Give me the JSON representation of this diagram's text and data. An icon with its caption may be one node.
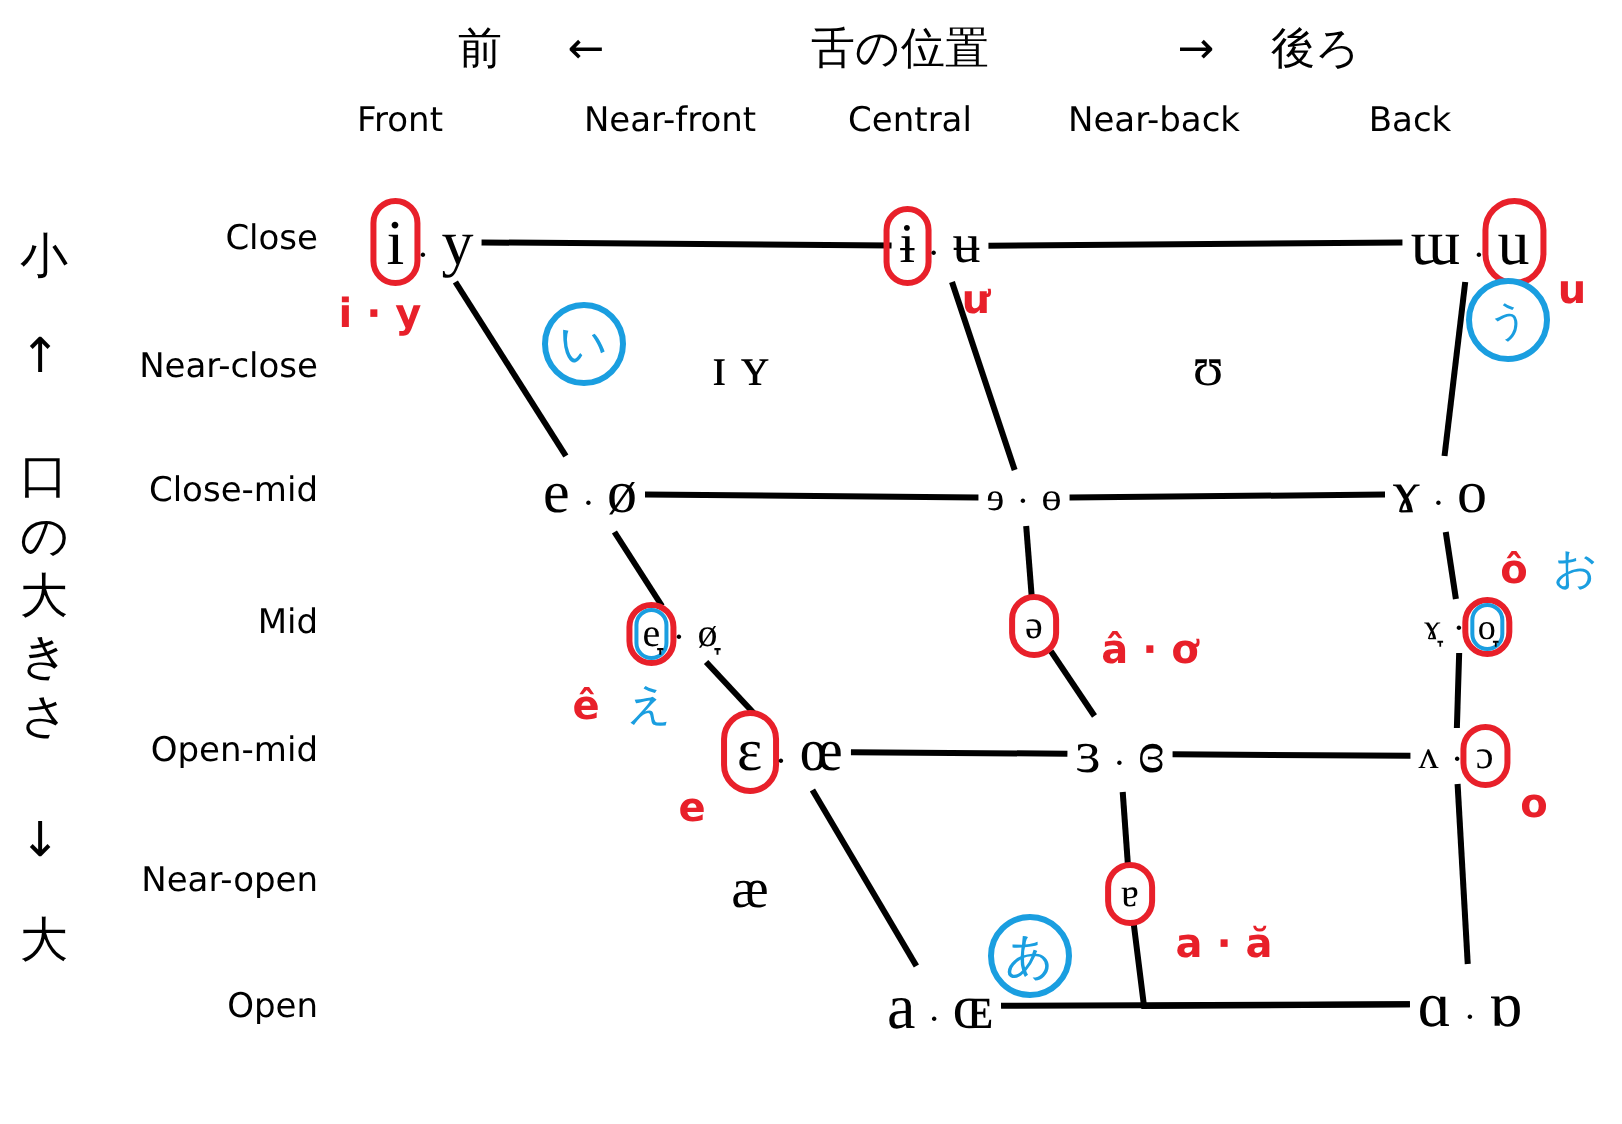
{
  "diagram": {
    "nodes": [
      {
        "text": [
          "i",
          "·",
          "y"
        ]
      },
      {
        "text": [
          "ɨ",
          "·",
          "ʉ"
        ]
      },
      {
        "text": [
          "ɯ",
          "·",
          "u"
        ]
      },
      {
        "text": [
          "い"
        ]
      },
      {
        "text": [
          "う"
        ]
      },
      {
        "text": [
          "e",
          "·",
          "ø"
        ]
      },
      {
        "text": [
          "ɘ",
          "·",
          "ɵ"
        ]
      },
      {
        "text": [
          "ɤ",
          "·",
          "o"
        ]
      },
      {
        "text": [
          "e̞",
          "·",
          "ø̞"
        ]
      },
      {
        "text": [
          "ə"
        ]
      },
      {
        "text": [
          "ɤ̞",
          "·",
          "o̞"
        ]
      },
      {
        "text": [
          "ɛ",
          "·",
          "œ"
        ]
      },
      {
        "text": [
          "ɜ",
          "·",
          "ɞ"
        ]
      },
      {
        "text": [
          "ʌ",
          "·",
          "ɔ"
        ]
      },
      {
        "text": [
          "ɐ"
        ]
      },
      {
        "text": [
          "あ"
        ]
      },
      {
        "text": [
          "a",
          "·",
          "ɶ"
        ]
      },
      {
        "text": [
          "ɑ",
          "·",
          "ɒ"
        ]
      }
    ],
    "edges": [
      {
        "from": 0,
        "to": 1,
        "arrow": "none"
      },
      {
        "from": 1,
        "to": 2,
        "arrow": "none"
      },
      {
        "from": 0,
        "to": 5,
        "arrow": "none"
      },
      {
        "from": 1,
        "to": 6,
        "arrow": "none"
      },
      {
        "from": 2,
        "to": 7,
        "arrow": "none"
      },
      {
        "from": 5,
        "to": 6,
        "arrow": "none"
      },
      {
        "from": 6,
        "to": 7,
        "arrow": "none"
      },
      {
        "from": 5,
        "to": 8,
        "arrow": "none"
      },
      {
        "from": 8,
        "to": 11,
        "arrow": "none"
      },
      {
        "from": 6,
        "to": 9,
        "arrow": "none"
      },
      {
        "from": 9,
        "to": 12,
        "arrow": "none"
      },
      {
        "from": 7,
        "to": 10,
        "arrow": "none"
      },
      {
        "from": 10,
        "to": 13,
        "arrow": "none"
      },
      {
        "from": 11,
        "to": 12,
        "arrow": "none"
      },
      {
        "from": 12,
        "to": 13,
        "arrow": "none"
      },
      {
        "from": 13,
        "to": 17,
        "arrow": "none"
      },
      {
        "from": 11,
        "to": 16,
        "arrow": "none"
      },
      {
        "from": 12,
        "to": 14,
        "arrow": "none"
      },
      {
        "from": 14,
        "to": 17,
        "arrow": "none"
      },
      {
        "from": 16,
        "to": 17,
        "arrow": "none"
      }
    ],
    "labels": [
      "前",
      "←",
      "舌の位置",
      "→",
      "後ろ",
      "Front",
      "Near-front",
      "Central",
      "Near-back",
      "Back",
      "小",
      "Close",
      "i · y",
      "ư",
      "u",
      "↑",
      "Near-close",
      "ɪ ʏ",
      "ʊ",
      "口の大きさ",
      "Close-mid",
      "ô",
      "お",
      "Mid",
      "â · ơ",
      "ê",
      "え",
      "Open-mid",
      "e",
      "o",
      "↓",
      "Near-open",
      "æ",
      "a · ă",
      "大",
      "Open"
    ]
  }
}
